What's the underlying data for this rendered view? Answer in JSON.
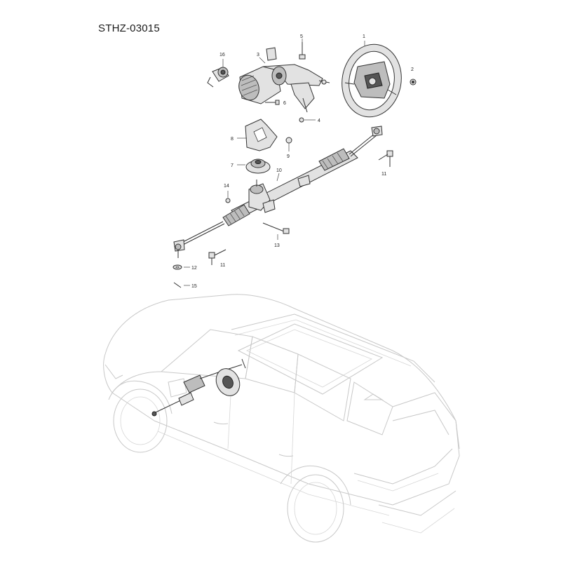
{
  "title": "STHZ-03015",
  "callouts": {
    "c1": "1",
    "c2": "2",
    "c3": "3",
    "c4": "4",
    "c5": "5",
    "c6": "6",
    "c7": "7",
    "c8": "8",
    "c9": "9",
    "c10": "10",
    "c11a": "11",
    "c11b": "11",
    "c12": "12",
    "c13": "13",
    "c14": "14",
    "c15": "15",
    "c16": "16"
  }
}
